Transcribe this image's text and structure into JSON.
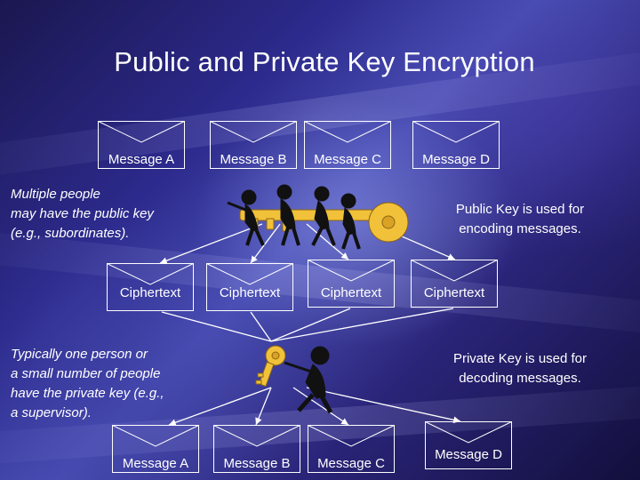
{
  "title": "Public and Private Key Encryption",
  "messages_top": [
    "Message A",
    "Message B",
    "Message C",
    "Message D"
  ],
  "ciphertexts": [
    "Ciphertext",
    "Ciphertext",
    "Ciphertext",
    "Ciphertext"
  ],
  "messages_bottom": [
    "Message A",
    "Message B",
    "Message C",
    "Message D"
  ],
  "notes": {
    "multiple_people": [
      "Multiple people",
      "may have the public key",
      "(e.g., subordinates)."
    ],
    "public_key": [
      "Public Key is used for",
      "encoding messages."
    ],
    "one_person": [
      "Typically one person or",
      "a small number of people",
      "have the private key (e.g.,",
      "a supervisor)."
    ],
    "private_key": [
      "Private Key is used for",
      "decoding messages."
    ]
  },
  "colors": {
    "key_gold": "#f2c13a",
    "figure_black": "#111111",
    "line_white": "#ffffff"
  }
}
